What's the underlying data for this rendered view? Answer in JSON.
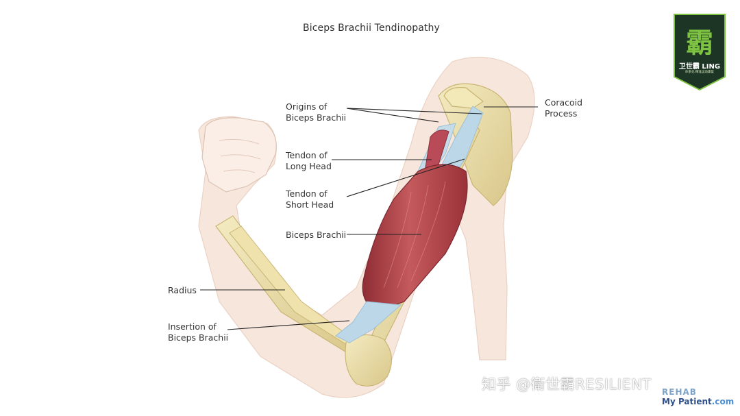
{
  "title": "Biceps Brachii Tendinopathy",
  "labels": {
    "origins": [
      "Origins of",
      "Biceps Brachii"
    ],
    "coracoid": [
      "Coracoid",
      "Process"
    ],
    "long_head": [
      "Tendon of",
      "Long Head"
    ],
    "short_head": [
      "Tendon of",
      "Short Head"
    ],
    "biceps": [
      "Biceps Brachii"
    ],
    "radius": [
      "Radius"
    ],
    "insertion": [
      "Insertion of",
      "Biceps Brachii"
    ]
  },
  "watermark": "知乎 @衛世霸RESILIENT",
  "brand": {
    "rehab_line1": "REHAB",
    "rehab_line2_a": "My Patient",
    "rehab_line2_b": ".com"
  },
  "logo": {
    "glyph": "霸",
    "text": "卫世霸 LING",
    "sub": "体系化·精准运动康复"
  },
  "colors": {
    "skin": "#f6e3d8",
    "bone": "#ede0a4",
    "muscle": "#b8454a",
    "tendon": "#b9d6e6",
    "logo_bg": "#1d3524",
    "logo_accent": "#7ec242"
  }
}
